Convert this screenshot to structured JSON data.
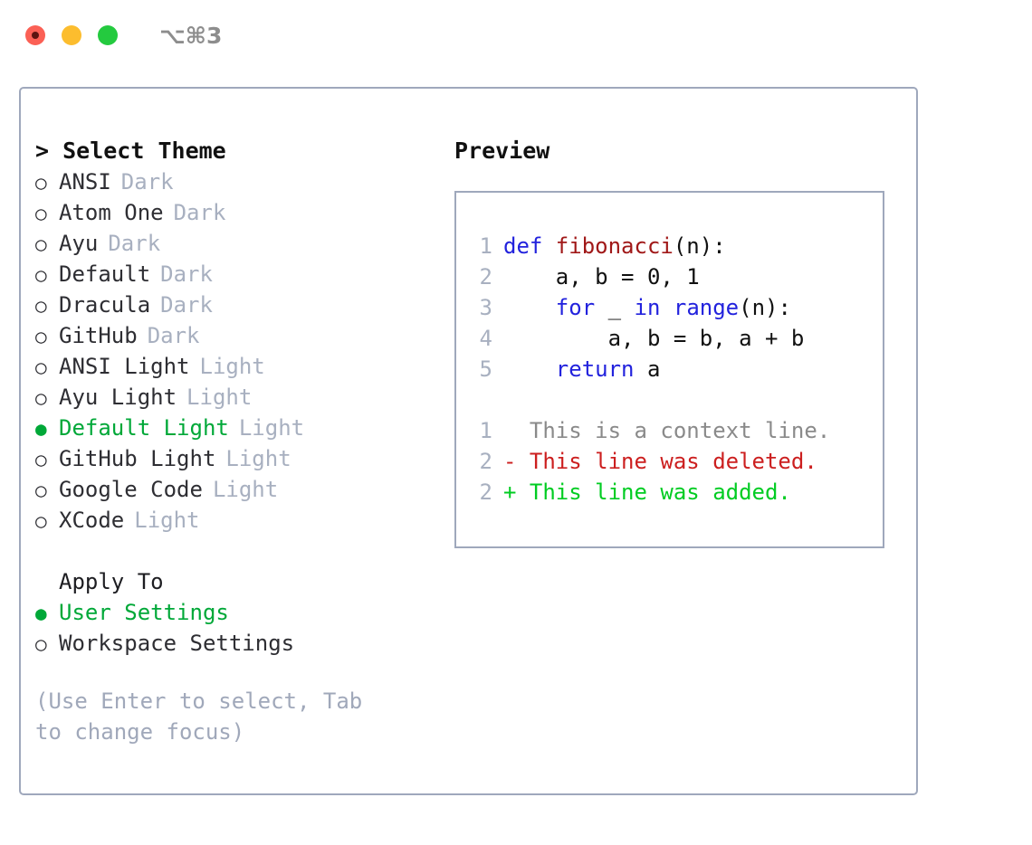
{
  "window": {
    "shortcut": "⌥⌘3",
    "traffic_lights": [
      {
        "name": "close",
        "color": "#fb6055"
      },
      {
        "name": "minimize",
        "color": "#fcbd2e"
      },
      {
        "name": "maximize",
        "color": "#24ca3f"
      }
    ]
  },
  "theme_panel": {
    "title": "> Select Theme",
    "items": [
      {
        "marker": "○",
        "label": "ANSI",
        "badge": "Dark",
        "selected": false
      },
      {
        "marker": "○",
        "label": "Atom One",
        "badge": "Dark",
        "selected": false
      },
      {
        "marker": "○",
        "label": "Ayu",
        "badge": "Dark",
        "selected": false
      },
      {
        "marker": "○",
        "label": "Default",
        "badge": "Dark",
        "selected": false
      },
      {
        "marker": "○",
        "label": "Dracula",
        "badge": "Dark",
        "selected": false
      },
      {
        "marker": "○",
        "label": "GitHub",
        "badge": "Dark",
        "selected": false
      },
      {
        "marker": "○",
        "label": "ANSI Light",
        "badge": "Light",
        "selected": false
      },
      {
        "marker": "○",
        "label": "Ayu Light",
        "badge": "Light",
        "selected": false
      },
      {
        "marker": "●",
        "label": "Default Light",
        "badge": "Light",
        "selected": true
      },
      {
        "marker": "○",
        "label": "GitHub Light",
        "badge": "Light",
        "selected": false
      },
      {
        "marker": "○",
        "label": "Google Code",
        "badge": "Light",
        "selected": false
      },
      {
        "marker": "○",
        "label": "XCode",
        "badge": "Light",
        "selected": false
      }
    ],
    "apply_to": {
      "title": "Apply To",
      "options": [
        {
          "marker": "●",
          "label": "User Settings",
          "selected": true
        },
        {
          "marker": "○",
          "label": "Workspace Settings",
          "selected": false
        }
      ]
    },
    "hint": "(Use Enter to select, Tab to change focus)"
  },
  "preview": {
    "title": "Preview",
    "code_lines": [
      {
        "number": "1",
        "segments": [
          {
            "text": "def ",
            "style": "kw"
          },
          {
            "text": "fibonacci",
            "style": "fn"
          },
          {
            "text": "(n):",
            "style": "pl"
          }
        ]
      },
      {
        "number": "2",
        "segments": [
          {
            "text": "    a, b = 0, 1",
            "style": "pl"
          }
        ]
      },
      {
        "number": "3",
        "segments": [
          {
            "text": "    ",
            "style": "pl"
          },
          {
            "text": "for",
            "style": "kw"
          },
          {
            "text": " _ ",
            "style": "pl"
          },
          {
            "text": "in",
            "style": "kw"
          },
          {
            "text": " ",
            "style": "pl"
          },
          {
            "text": "range",
            "style": "kw"
          },
          {
            "text": "(n):",
            "style": "pl"
          }
        ]
      },
      {
        "number": "4",
        "segments": [
          {
            "text": "        a, b = b, a + b",
            "style": "pl"
          }
        ]
      },
      {
        "number": "5",
        "segments": [
          {
            "text": "    ",
            "style": "pl"
          },
          {
            "text": "return",
            "style": "kw"
          },
          {
            "text": " a",
            "style": "pl"
          }
        ]
      }
    ],
    "diff_lines": [
      {
        "number": "1",
        "text": "  This is a context line.",
        "style": "ctx"
      },
      {
        "number": "2",
        "text": "- This line was deleted.",
        "style": "del"
      },
      {
        "number": "2",
        "text": "+ This line was added.",
        "style": "add"
      }
    ]
  },
  "colors": {
    "accent_green": "#00a838",
    "diff_add": "#00cc22",
    "diff_del": "#cc1f1f",
    "keyword_blue": "#2222dd",
    "function_red": "#a01818",
    "muted": "#a8b0c0",
    "border": "#9fa8bc"
  }
}
